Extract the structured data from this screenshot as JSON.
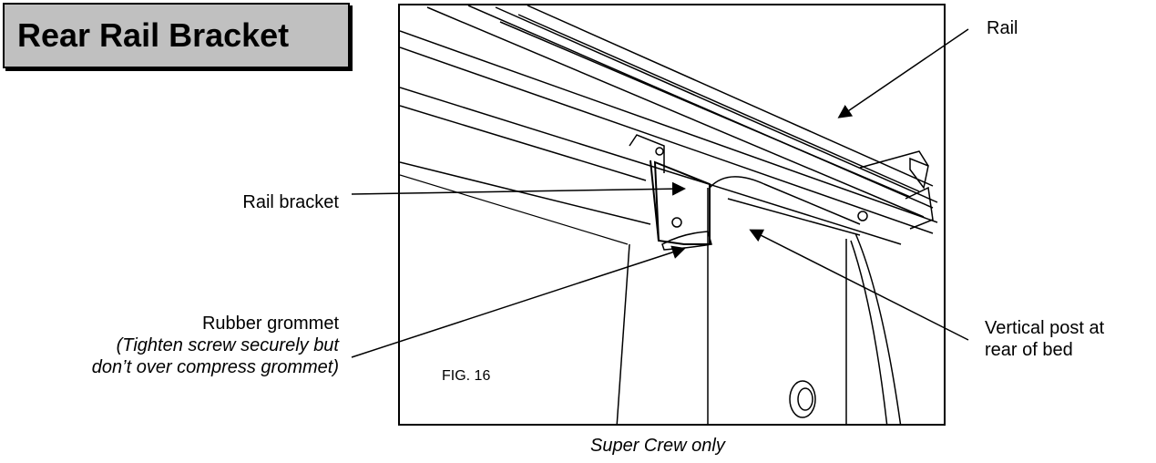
{
  "title": "Rear Rail Bracket",
  "figure": {
    "label": "FIG. 16",
    "caption": "Super Crew only"
  },
  "callouts": {
    "rail": "Rail",
    "rail_bracket": "Rail bracket",
    "rubber_grommet": "Rubber grommet",
    "grommet_note_line1": "(Tighten screw securely but",
    "grommet_note_line2": "don’t over compress grommet)",
    "vertical_post_line1": "Vertical post at",
    "vertical_post_line2": "rear of bed"
  }
}
